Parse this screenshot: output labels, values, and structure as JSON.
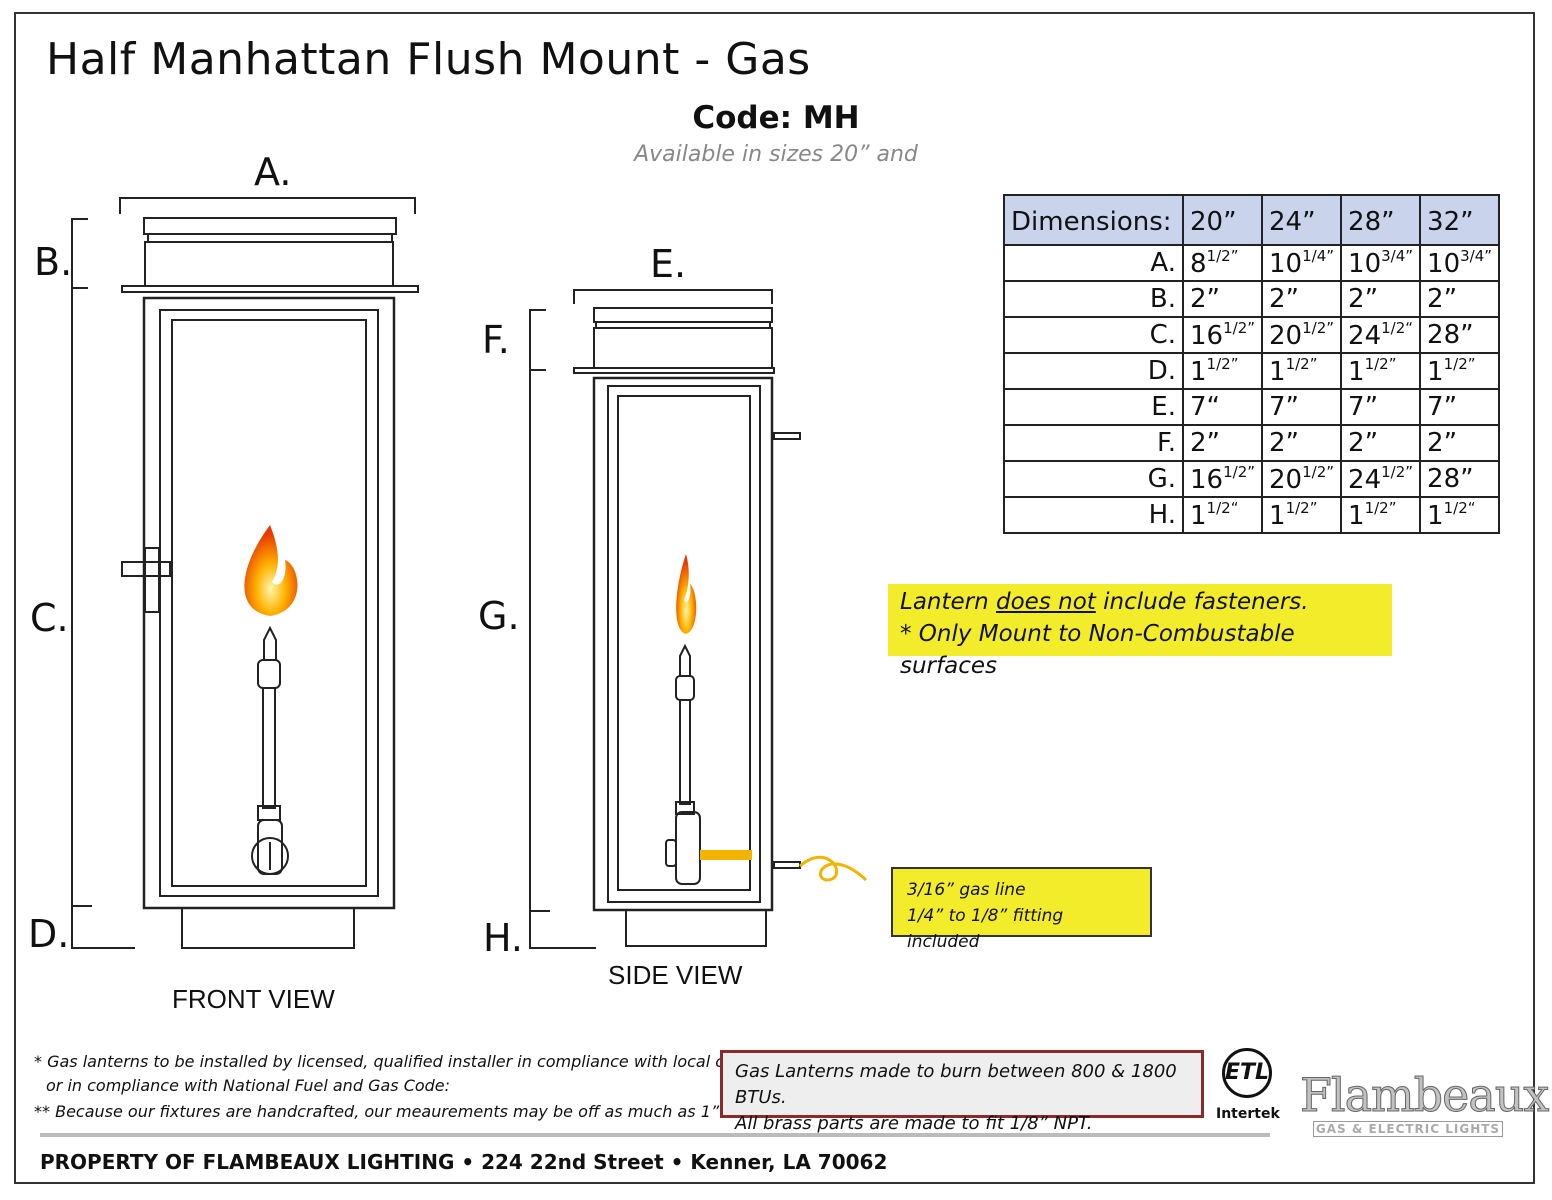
{
  "title": "Half Manhattan Flush Mount - Gas",
  "code": "Code: MH",
  "available": "Available in sizes 20” and",
  "front_labels": {
    "a": "A.",
    "b": "B.",
    "c": "C.",
    "d": "D."
  },
  "side_labels": {
    "e": "E.",
    "f": "F.",
    "g": "G.",
    "h": "H."
  },
  "front_view": "FRONT VIEW",
  "side_view": "SIDE VIEW",
  "table": {
    "header": [
      "Dimensions:",
      "20”",
      "24”",
      "28”",
      "32”"
    ],
    "rows": [
      {
        "label": "A.",
        "values": [
          [
            "8",
            "1/2”"
          ],
          [
            "10",
            "1/4”"
          ],
          [
            "10",
            "3/4”"
          ],
          [
            "10",
            "3/4”"
          ]
        ]
      },
      {
        "label": "B.",
        "values": [
          [
            "2”",
            ""
          ],
          [
            "2”",
            ""
          ],
          [
            "2”",
            ""
          ],
          [
            "2”",
            ""
          ]
        ]
      },
      {
        "label": "C.",
        "values": [
          [
            "16",
            "1/2”"
          ],
          [
            "20",
            "1/2”"
          ],
          [
            "24",
            "1/2“"
          ],
          [
            "28”",
            ""
          ]
        ]
      },
      {
        "label": "D.",
        "values": [
          [
            "1",
            "1/2”"
          ],
          [
            "1",
            "1/2”"
          ],
          [
            "1",
            "1/2”"
          ],
          [
            "1",
            "1/2”"
          ]
        ]
      },
      {
        "label": "E.",
        "values": [
          [
            "7“",
            ""
          ],
          [
            "7”",
            ""
          ],
          [
            "7”",
            ""
          ],
          [
            "7”",
            ""
          ]
        ]
      },
      {
        "label": "F.",
        "values": [
          [
            "2”",
            ""
          ],
          [
            "2”",
            ""
          ],
          [
            "2”",
            ""
          ],
          [
            "2”",
            ""
          ]
        ]
      },
      {
        "label": "G.",
        "values": [
          [
            "16",
            "1/2”"
          ],
          [
            "20",
            "1/2”"
          ],
          [
            "24",
            "1/2”"
          ],
          [
            "28”",
            ""
          ]
        ]
      },
      {
        "label": "H.",
        "values": [
          [
            "1",
            "1/2“"
          ],
          [
            "1",
            "1/2”"
          ],
          [
            "1",
            "1/2”"
          ],
          [
            "1",
            "1/2“"
          ]
        ]
      }
    ]
  },
  "note_fasteners": {
    "before": "Lantern ",
    "underlined": "does not",
    "after": " include fasteners.",
    "line2": "* Only Mount to Non-Combustable surfaces"
  },
  "note_gas": {
    "line1": "3/16” gas line",
    "line2": "1/4” to 1/8” fitting included"
  },
  "footnotes": {
    "line1": "* Gas lanterns to be installed by licensed, qualified installer in compliance with local codes,",
    "line2": "or in compliance with National Fuel and Gas Code:",
    "line3": "** Because our fixtures are handcrafted, our meaurements may be off as much as 1”."
  },
  "btu": {
    "line1": "Gas Lanterns made to burn between 800 & 1800 BTUs.",
    "line2": "All brass parts are made to fit 1/8” NPT."
  },
  "etl": {
    "mark": "ETL",
    "maker": "Intertek"
  },
  "logo": {
    "name": "Flambeaux",
    "tagline": "GAS & ELECTRIC LIGHTS"
  },
  "footer": "PROPERTY OF FLAMBEAUX LIGHTING • 224 22nd Street • Kenner, LA 70062",
  "colors": {
    "note_yellow": "#f3ec2a",
    "table_header": "#c9d3ec",
    "gas_line": "#f2b400",
    "btu_border": "#8a2a2a"
  }
}
